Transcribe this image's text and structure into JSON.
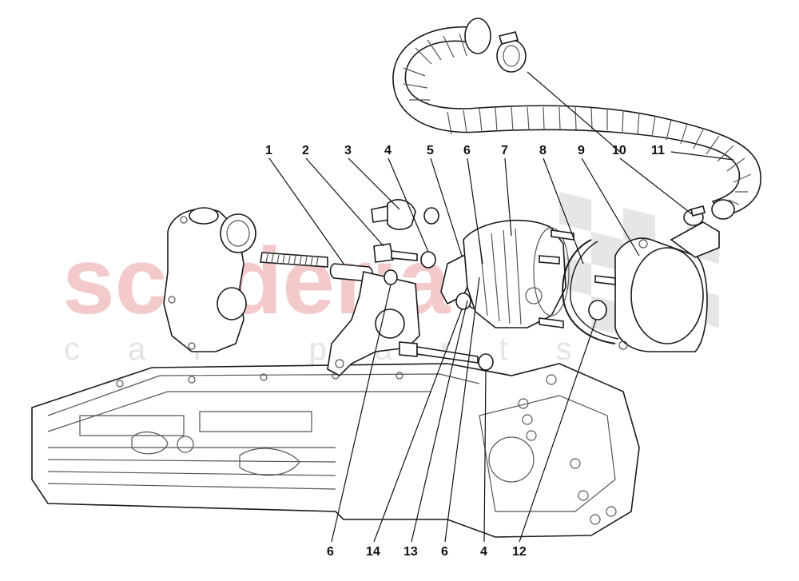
{
  "watermark": {
    "brand": "scuderia",
    "tagline": "car parts"
  },
  "callouts": {
    "top": [
      "1",
      "2",
      "3",
      "4",
      "5",
      "6",
      "7",
      "8",
      "9",
      "10",
      "11"
    ],
    "bottom": [
      "6",
      "14",
      "13",
      "6",
      "4",
      "12"
    ]
  }
}
